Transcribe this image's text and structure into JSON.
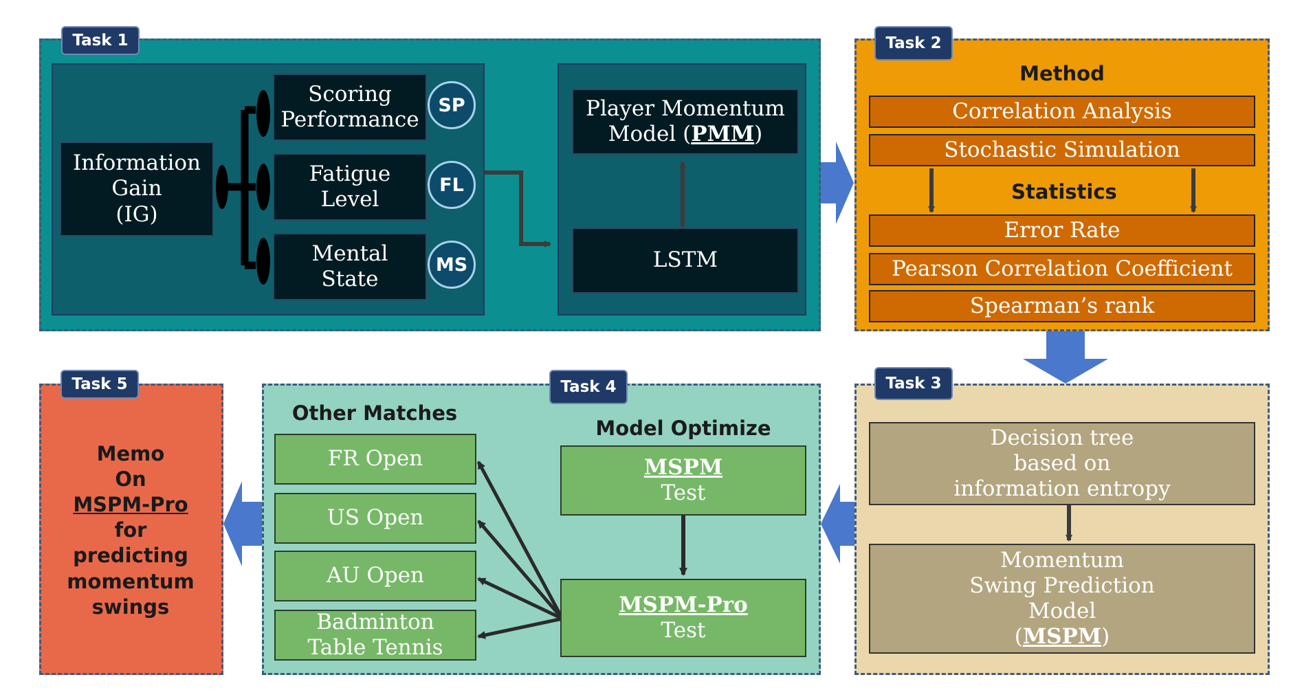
{
  "colors": {
    "teal": "#0b8f91",
    "orange": "#ee9b06",
    "khaki": "#ead8ac",
    "mint": "#94d3c1",
    "red": "#e8694a",
    "navy": "#1f3a66",
    "arrow_blue": "#4a78cc"
  },
  "task1": {
    "tag": "Task 1",
    "info_gain": [
      "Information",
      "Gain",
      "(IG)"
    ],
    "factors": [
      {
        "lines": [
          "Scoring",
          "Performance"
        ],
        "abbr": "SP"
      },
      {
        "lines": [
          "Fatigue",
          "Level"
        ],
        "abbr": "FL"
      },
      {
        "lines": [
          "Mental",
          "State"
        ],
        "abbr": "MS"
      }
    ],
    "pmm": {
      "line1": "Player Momentum",
      "line2_prefix": "Model (",
      "line2_abbr": "PMM",
      "line2_suffix": ")"
    },
    "lstm": "LSTM"
  },
  "task2": {
    "tag": "Task 2",
    "method_title": "Method",
    "methods": [
      "Correlation Analysis",
      "Stochastic Simulation"
    ],
    "statistics_title": "Statistics",
    "statistics": [
      "Error Rate",
      "Pearson Correlation Coefficient",
      "Spearman’s rank"
    ]
  },
  "task3": {
    "tag": "Task 3",
    "decision_tree": [
      "Decision tree",
      "based on",
      "information entropy"
    ],
    "mspm": {
      "lines": [
        "Momentum",
        "Swing Prediction",
        "Model"
      ],
      "prefix": "(",
      "abbr": "MSPM",
      "suffix": ")"
    }
  },
  "task4": {
    "tag": "Task 4",
    "other_matches_title": "Other Matches",
    "matches": [
      {
        "lines": [
          "FR Open"
        ]
      },
      {
        "lines": [
          "US Open"
        ]
      },
      {
        "lines": [
          "AU Open"
        ]
      },
      {
        "lines": [
          "Badminton",
          "Table Tennis"
        ]
      }
    ],
    "model_optimize_title": "Model Optimize",
    "mspm_test": {
      "name": "MSPM",
      "label": "Test"
    },
    "mspm_pro_test": {
      "name": "MSPM-Pro",
      "label": "Test"
    }
  },
  "task5": {
    "tag": "Task 5",
    "memo": {
      "line1": "Memo",
      "line2": "On",
      "line3": "MSPM-Pro",
      "line4": "for",
      "line5": "predicting",
      "line6": "momentum",
      "line7": "swings"
    }
  }
}
